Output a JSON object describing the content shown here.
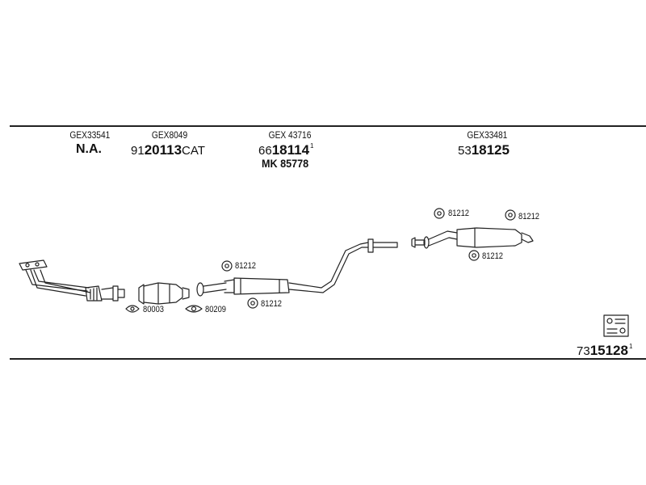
{
  "header": {
    "col1": {
      "code": "GEX33541",
      "value": "N.A."
    },
    "col2": {
      "code": "GEX8049",
      "prefix": "91",
      "main": "20113",
      "suffix": "CAT"
    },
    "col3": {
      "code": "GEX 43716",
      "prefix": "66",
      "main": "18114",
      "sup": "1",
      "secondary": "MK 85778"
    },
    "col4": {
      "code": "GEX33481",
      "prefix": "53",
      "main": "18125"
    }
  },
  "parts": {
    "gasket_1": "80003",
    "gasket_2": "80209",
    "hanger_a": "81212",
    "hanger_b": "81212",
    "hanger_c": "81212",
    "hanger_d": "81212",
    "hanger_e": "81212"
  },
  "footer": {
    "prefix": "73",
    "main": "15128",
    "sup": "1"
  }
}
